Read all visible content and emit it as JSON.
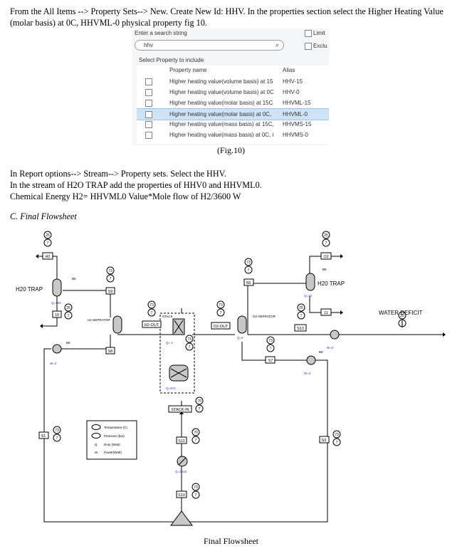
{
  "intro": "From the All Items --> Property Sets--> New. Create New Id: HHV. In the properties section select the Higher Heating Value (molar basis) at 0C, HHVML-0 physical property fig 10.",
  "dialog": {
    "search_label": "Enter a search string",
    "search_value": "hhv",
    "limit_label": "Limit",
    "exclude_label": "Exclu",
    "select_label": "Select Property to include",
    "col_property": "Property name",
    "col_alias": "Alias",
    "rows": [
      {
        "name": "Higher heating value(volume basis) at 15",
        "alias": "HHV-15",
        "selected": false
      },
      {
        "name": "Higher heating value(volume basis) at 0C",
        "alias": "HHV-0",
        "selected": false
      },
      {
        "name": "Higher heating value(molar basis) at 15C",
        "alias": "HHVML-15",
        "selected": false
      },
      {
        "name": "Higher heating value(molar basis) at 0C,",
        "alias": "HHVML-0",
        "selected": true
      },
      {
        "name": "Higher heating value(mass basis) at 15C,",
        "alias": "HHVMS-15",
        "selected": false
      },
      {
        "name": "Higher heating value(mass basis) at 0C, i",
        "alias": "HHVMS-0",
        "selected": false
      }
    ]
  },
  "fig_caption": "(Fig.10)",
  "report": {
    "line1": "In Report options--> Stream--> Property sets. Select the HHV.",
    "line2": "In the stream of H2O TRAP add the properties of HHV0 and HHVML0.",
    "line3": "Chemical Energy H2= HHVML0 Value*Mole flow of H2/3600 W"
  },
  "section_title": "C.   Final Flowsheet",
  "flowsheet": {
    "h2o_trap_left": "H20 TRAP",
    "h2o_trap_right": "H20 TRAP",
    "water_deficit": "WATER DEFICIT",
    "h2_separator": "H2-SEPRATOR",
    "o2_separator": "O2-SEPRATOR",
    "stack": "STACK",
    "stream_h2": "H2",
    "stream_o2": "O2",
    "stream_s9": "S9",
    "stream_s6": "S6",
    "stream_s8": "S8",
    "stream_s7": "S7",
    "stream_s13": "S13",
    "stream_s1": "S1",
    "stream_s3": "S3",
    "stream_s10": "S10",
    "stream_s11": "S11",
    "stream_10": "10",
    "stream_11": "11",
    "stream_h2out": "H2-OUT",
    "stream_o2out": "O2-OUT",
    "stream_stackin": "STACK-IN",
    "block_b6_left": "B6",
    "block_b5": "B5",
    "block_b9": "B9",
    "block_b8": "B8",
    "duty_q163": "Q=163",
    "duty_q32": "Q=32",
    "duty_q1": "Q=-1",
    "duty_q0": "Q=0",
    "duty_q972": "Q=972",
    "duty_q2516": "Q=2516",
    "power_w4_left": "W=4",
    "power_w0": "W=0",
    "power_w4_right": "W=4",
    "legend_temp": "Temperature (C)",
    "legend_pres": "Pressure (bar)",
    "legend_q": "Q",
    "legend_duty": "Duty (Watt)",
    "legend_w": "W",
    "legend_power": "Power(Watt)",
    "tag_25": "25",
    "tag_73": "73",
    "tag_7": "7",
    "tag_70": "70",
    "tag_1": "1"
  },
  "final_caption": "Final Flowsheet"
}
